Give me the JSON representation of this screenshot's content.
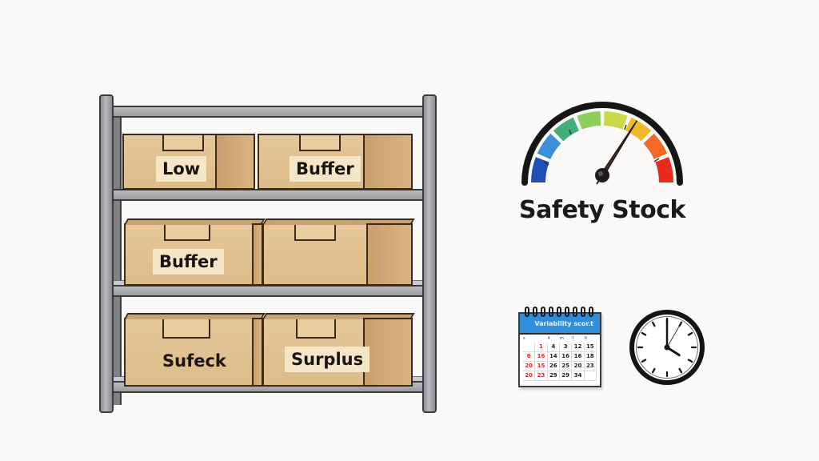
{
  "scene": {
    "background_color": "#faf9f7"
  },
  "shelf": {
    "frame_color": "#a6a8ab",
    "shelves": [
      {
        "boxes": [
          {
            "label": "Low",
            "label_bg": true
          },
          {
            "label": "Buffer",
            "label_bg": true
          }
        ]
      },
      {
        "boxes": [
          {
            "label": "Buffer",
            "label_bg": true
          },
          {
            "label": "",
            "label_bg": false
          }
        ]
      },
      {
        "boxes": [
          {
            "label": "Sufeck",
            "label_bg": false
          },
          {
            "label": "Surplus",
            "label_bg": true
          }
        ]
      }
    ]
  },
  "gauge": {
    "title": "Safety Stock",
    "needle_position_pct": 68,
    "segment_colors": [
      "#1f4fb5",
      "#3d8fd6",
      "#3fb07a",
      "#8ccf5c",
      "#c9d94a",
      "#f0b92a",
      "#f26a25",
      "#e62c1f"
    ],
    "min_tick_label": "—",
    "max_tick_label": "—"
  },
  "calendar": {
    "header_text": "Variability scor.t",
    "header_color": "#2f8fd8",
    "weekday_labels": [
      "s",
      "",
      "4",
      "m",
      "f",
      "fr"
    ],
    "rows": [
      [
        {
          "d": ""
        },
        {
          "d": "1",
          "red": true
        },
        {
          "d": "4"
        },
        {
          "d": "3"
        },
        {
          "d": "12"
        },
        {
          "d": "15"
        }
      ],
      [
        {
          "d": "6",
          "red": true
        },
        {
          "d": "16",
          "red": true
        },
        {
          "d": "14"
        },
        {
          "d": "16"
        },
        {
          "d": "16"
        },
        {
          "d": "18"
        }
      ],
      [
        {
          "d": "20",
          "red": true
        },
        {
          "d": "15",
          "red": true
        },
        {
          "d": "26"
        },
        {
          "d": "25"
        },
        {
          "d": "20"
        },
        {
          "d": "23"
        }
      ],
      [
        {
          "d": "20",
          "red": true
        },
        {
          "d": "23",
          "red": true
        },
        {
          "d": "29"
        },
        {
          "d": "29"
        },
        {
          "d": "34"
        },
        {
          "d": ""
        }
      ]
    ]
  },
  "clock": {
    "hour": 4,
    "minute": 5,
    "second_hand_minute": 5
  }
}
